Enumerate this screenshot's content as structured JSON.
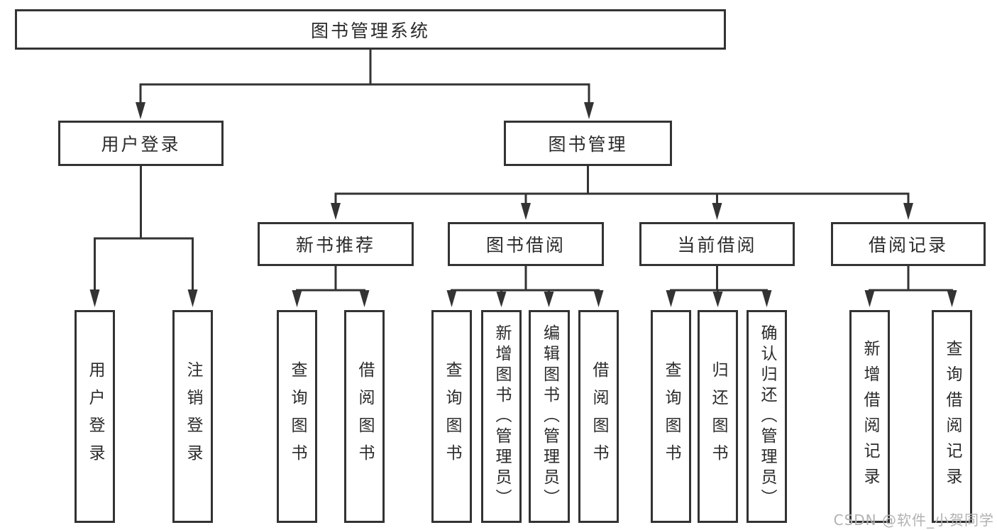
{
  "nodes": {
    "root": "图书管理系统",
    "l2": [
      "用户登录",
      "图书管理"
    ],
    "l3": [
      "新书推荐",
      "图书借阅",
      "当前借阅",
      "借阅记录"
    ],
    "leaves": [
      "用户登录",
      "注销登录",
      "查询图书",
      "借阅图书",
      "查询图书",
      "新增图书（管理员）",
      "编辑图书（管理员）",
      "借阅图书",
      "查询图书",
      "归还图书",
      "确认归还（管理员）",
      "新增借阅记录",
      "查询借阅记录"
    ]
  },
  "hierarchy": {
    "图书管理系统": {
      "用户登录": [
        "用户登录",
        "注销登录"
      ],
      "图书管理": {
        "新书推荐": [
          "查询图书",
          "借阅图书"
        ],
        "图书借阅": [
          "查询图书",
          "新增图书（管理员）",
          "编辑图书（管理员）",
          "借阅图书"
        ],
        "当前借阅": [
          "查询图书",
          "归还图书",
          "确认归还（管理员）"
        ],
        "借阅记录": [
          "新增借阅记录",
          "查询借阅记录"
        ]
      }
    }
  },
  "watermark": "CSDN @软件_小贺同学",
  "colors": {
    "line": "#333333",
    "text": "#2b2b2b",
    "watermark": "#b3b1b1",
    "background": "#ffffff"
  }
}
